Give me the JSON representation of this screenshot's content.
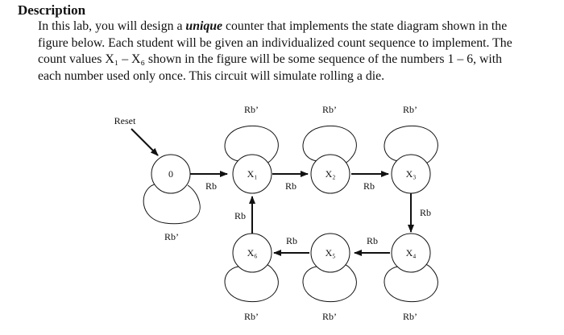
{
  "heading": "Description",
  "paragraph": {
    "line1_pre": "In this lab, you will design a ",
    "line1_em": "unique",
    "line1_post": " counter that implements the state diagram shown in the",
    "line2": "figure below. Each student will be given an individualized count sequence to implement. The",
    "line3": "count values X₁ – X₆ shown in the figure will be some sequence of the numbers 1 – 6, with",
    "line4": "each number used only once. This circuit will simulate rolling a die."
  },
  "diagram": {
    "reset_label": "Reset",
    "states": [
      {
        "id": "s0",
        "label": "0"
      },
      {
        "id": "s1",
        "label": "X₁"
      },
      {
        "id": "s2",
        "label": "X₂"
      },
      {
        "id": "s3",
        "label": "X₃"
      },
      {
        "id": "s4",
        "label": "X₄"
      },
      {
        "id": "s5",
        "label": "X₅"
      },
      {
        "id": "s6",
        "label": "X₆"
      }
    ],
    "self_loop_labels": {
      "s0": "Rb’",
      "s1": "Rb’",
      "s2": "Rb’",
      "s3": "Rb’",
      "s4": "Rb’",
      "s5": "Rb’",
      "s6": "Rb’"
    },
    "transition_labels": {
      "s0_s1": "Rb",
      "s1_s2": "Rb",
      "s2_s3": "Rb",
      "s3_s4": "Rb",
      "s4_s5": "Rb",
      "s5_s6": "Rb",
      "s6_s1": "Rb"
    }
  }
}
